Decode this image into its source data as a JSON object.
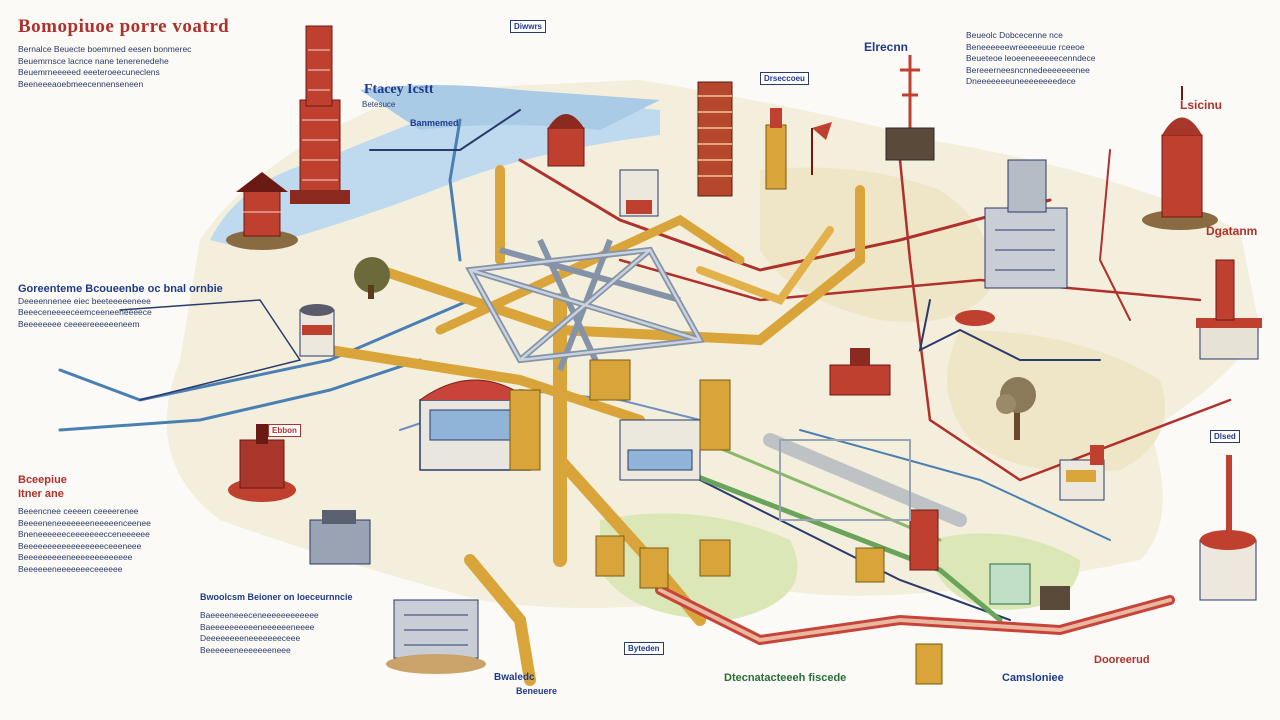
{
  "title": "Bomopiuoe porre voatrd",
  "labels": {
    "center_left": "Ftacey Icstt",
    "center_left_sub": "Betesuce",
    "center_left_tag": "Banmemed",
    "top_right": "Elrecnn",
    "right_top": "Lsicinu",
    "right_mid": "Dgatanm",
    "mid_left": "Goreenteme",
    "left_bottom_head": "Bceepiue",
    "left_bottom_head2": "Itner ane",
    "bottom_center_head": "Bwoolcsm Beioner on loeceurnncie",
    "bottom_mid": "Bwaledc",
    "bottom_mid2": "Beneuere",
    "bottom_center2": "Dtecnatacteeeh fiscede",
    "bottom_right": "Camsloniee",
    "bottom_right2": "Dooreerud"
  },
  "signs": {
    "s1": "Drseccoeu",
    "s2": "Diwwrs",
    "s3": "Ebbon",
    "s4": "Dlsed",
    "s5": "Byteden"
  },
  "text_blocks": {
    "top_left": [
      "Bernalce Beuecte boemrned eesen bonmerec",
      "Beuemrnsce lacnce nane tenerenedehe",
      "Beuemrneeeeed eeeteroeecuneclens",
      "Beeneeeaoebmeecennenseneen"
    ],
    "top_right": [
      "Beueolc Dobcecenne nce",
      "Beneeeeeewreeeeeuue rceeoe",
      "Beueteoe leoeeneeeeeecenndece",
      "Bereeerneesncnnedeeeeeeenee",
      "Dneeeeeeeuneeeeeeeedece"
    ],
    "mid_left": [
      "Goreenteme Bcoueenbe oc bnal ornbie",
      "Deeeennenee eiec beeteeeeeneee",
      "Beeeceneeeeceemceeneeneeeece",
      "Beeeeeeee ceeeereeeeeeneem"
    ],
    "left_bottom": [
      "Beeencnee ceeeen ceeeerenee",
      "Beeeeneneeeeeeeneeeeenceenee",
      "Bneneeeeeeceeeeeeecceneeeeee",
      "Beeeeeeeeeeeeeeeeeceeeneee",
      "Beeeeeeeeeneeeeeeeeeeeee",
      "Beeeeeeneeeeeeeceeeeee"
    ],
    "bottom_center": [
      "Baeeeeneeeceneeeeeeeeeeee",
      "Baeeeeeeeeeeneeeeeeneeee",
      "Deeeeeeeeneeeeeeeceee",
      "Beeeeeeneeeeeeeneee"
    ]
  },
  "colors": {
    "background": "#fbfaf6",
    "pipe_gold": "#d9a53a",
    "pipe_red": "#b0302c",
    "pipe_blue": "#4a7fb4",
    "pipe_green": "#6aa35a",
    "text_navy": "#2a3a6a",
    "water": "#b9d6ec",
    "ground": "#efe6c8"
  }
}
